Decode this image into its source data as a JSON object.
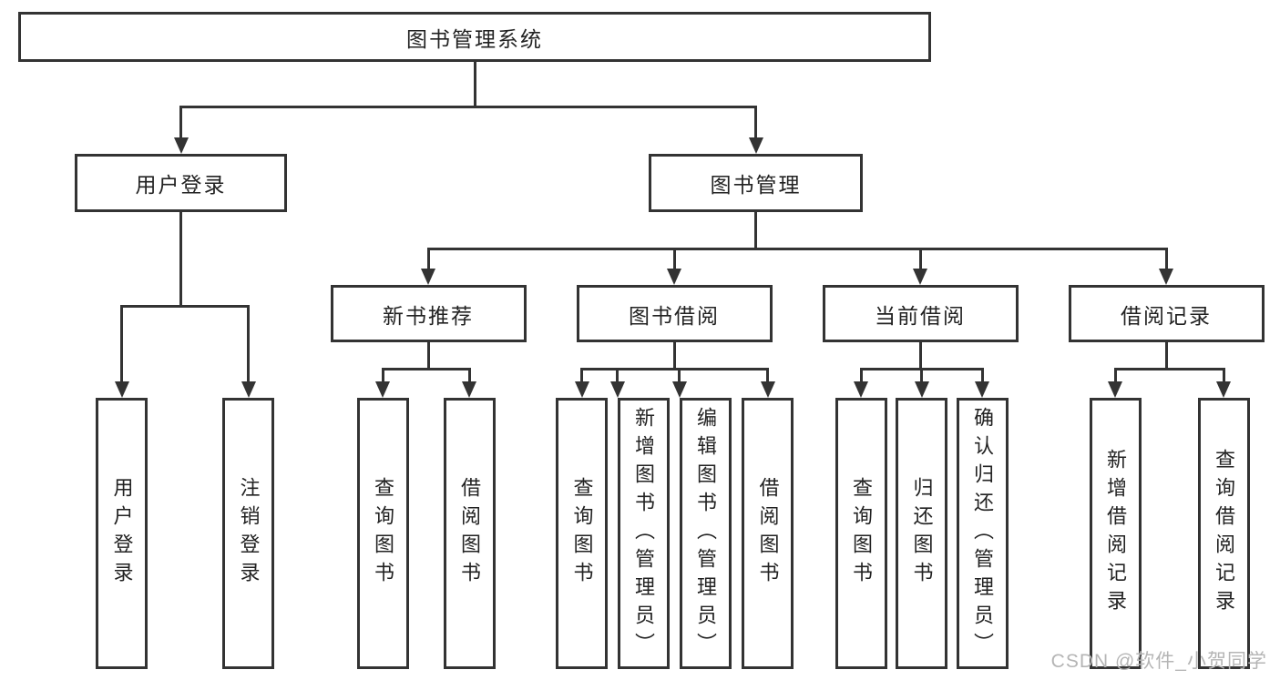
{
  "diagram": {
    "title": "图书管理系统",
    "tree": {
      "label": "图书管理系统",
      "children": [
        {
          "label": "用户登录",
          "children": [
            {
              "label": "用户登录"
            },
            {
              "label": "注销登录"
            }
          ]
        },
        {
          "label": "图书管理",
          "children": [
            {
              "label": "新书推荐",
              "children": [
                {
                  "label": "查询图书"
                },
                {
                  "label": "借阅图书"
                }
              ]
            },
            {
              "label": "图书借阅",
              "children": [
                {
                  "label": "查询图书"
                },
                {
                  "label": "新增图书（管理员）"
                },
                {
                  "label": "编辑图书（管理员）"
                },
                {
                  "label": "借阅图书"
                }
              ]
            },
            {
              "label": "当前借阅",
              "children": [
                {
                  "label": "查询图书"
                },
                {
                  "label": "归还图书"
                },
                {
                  "label": "确认归还（管理员）"
                }
              ]
            },
            {
              "label": "借阅记录",
              "children": [
                {
                  "label": "新增借阅记录"
                },
                {
                  "label": "查询借阅记录"
                }
              ]
            }
          ]
        }
      ]
    }
  },
  "watermark": {
    "text": "CSDN @软件_小贺同学"
  },
  "colors": {
    "line": "#333333",
    "box_background": "#ffffff",
    "text": "#222222",
    "watermark": "#b5b5b5"
  }
}
